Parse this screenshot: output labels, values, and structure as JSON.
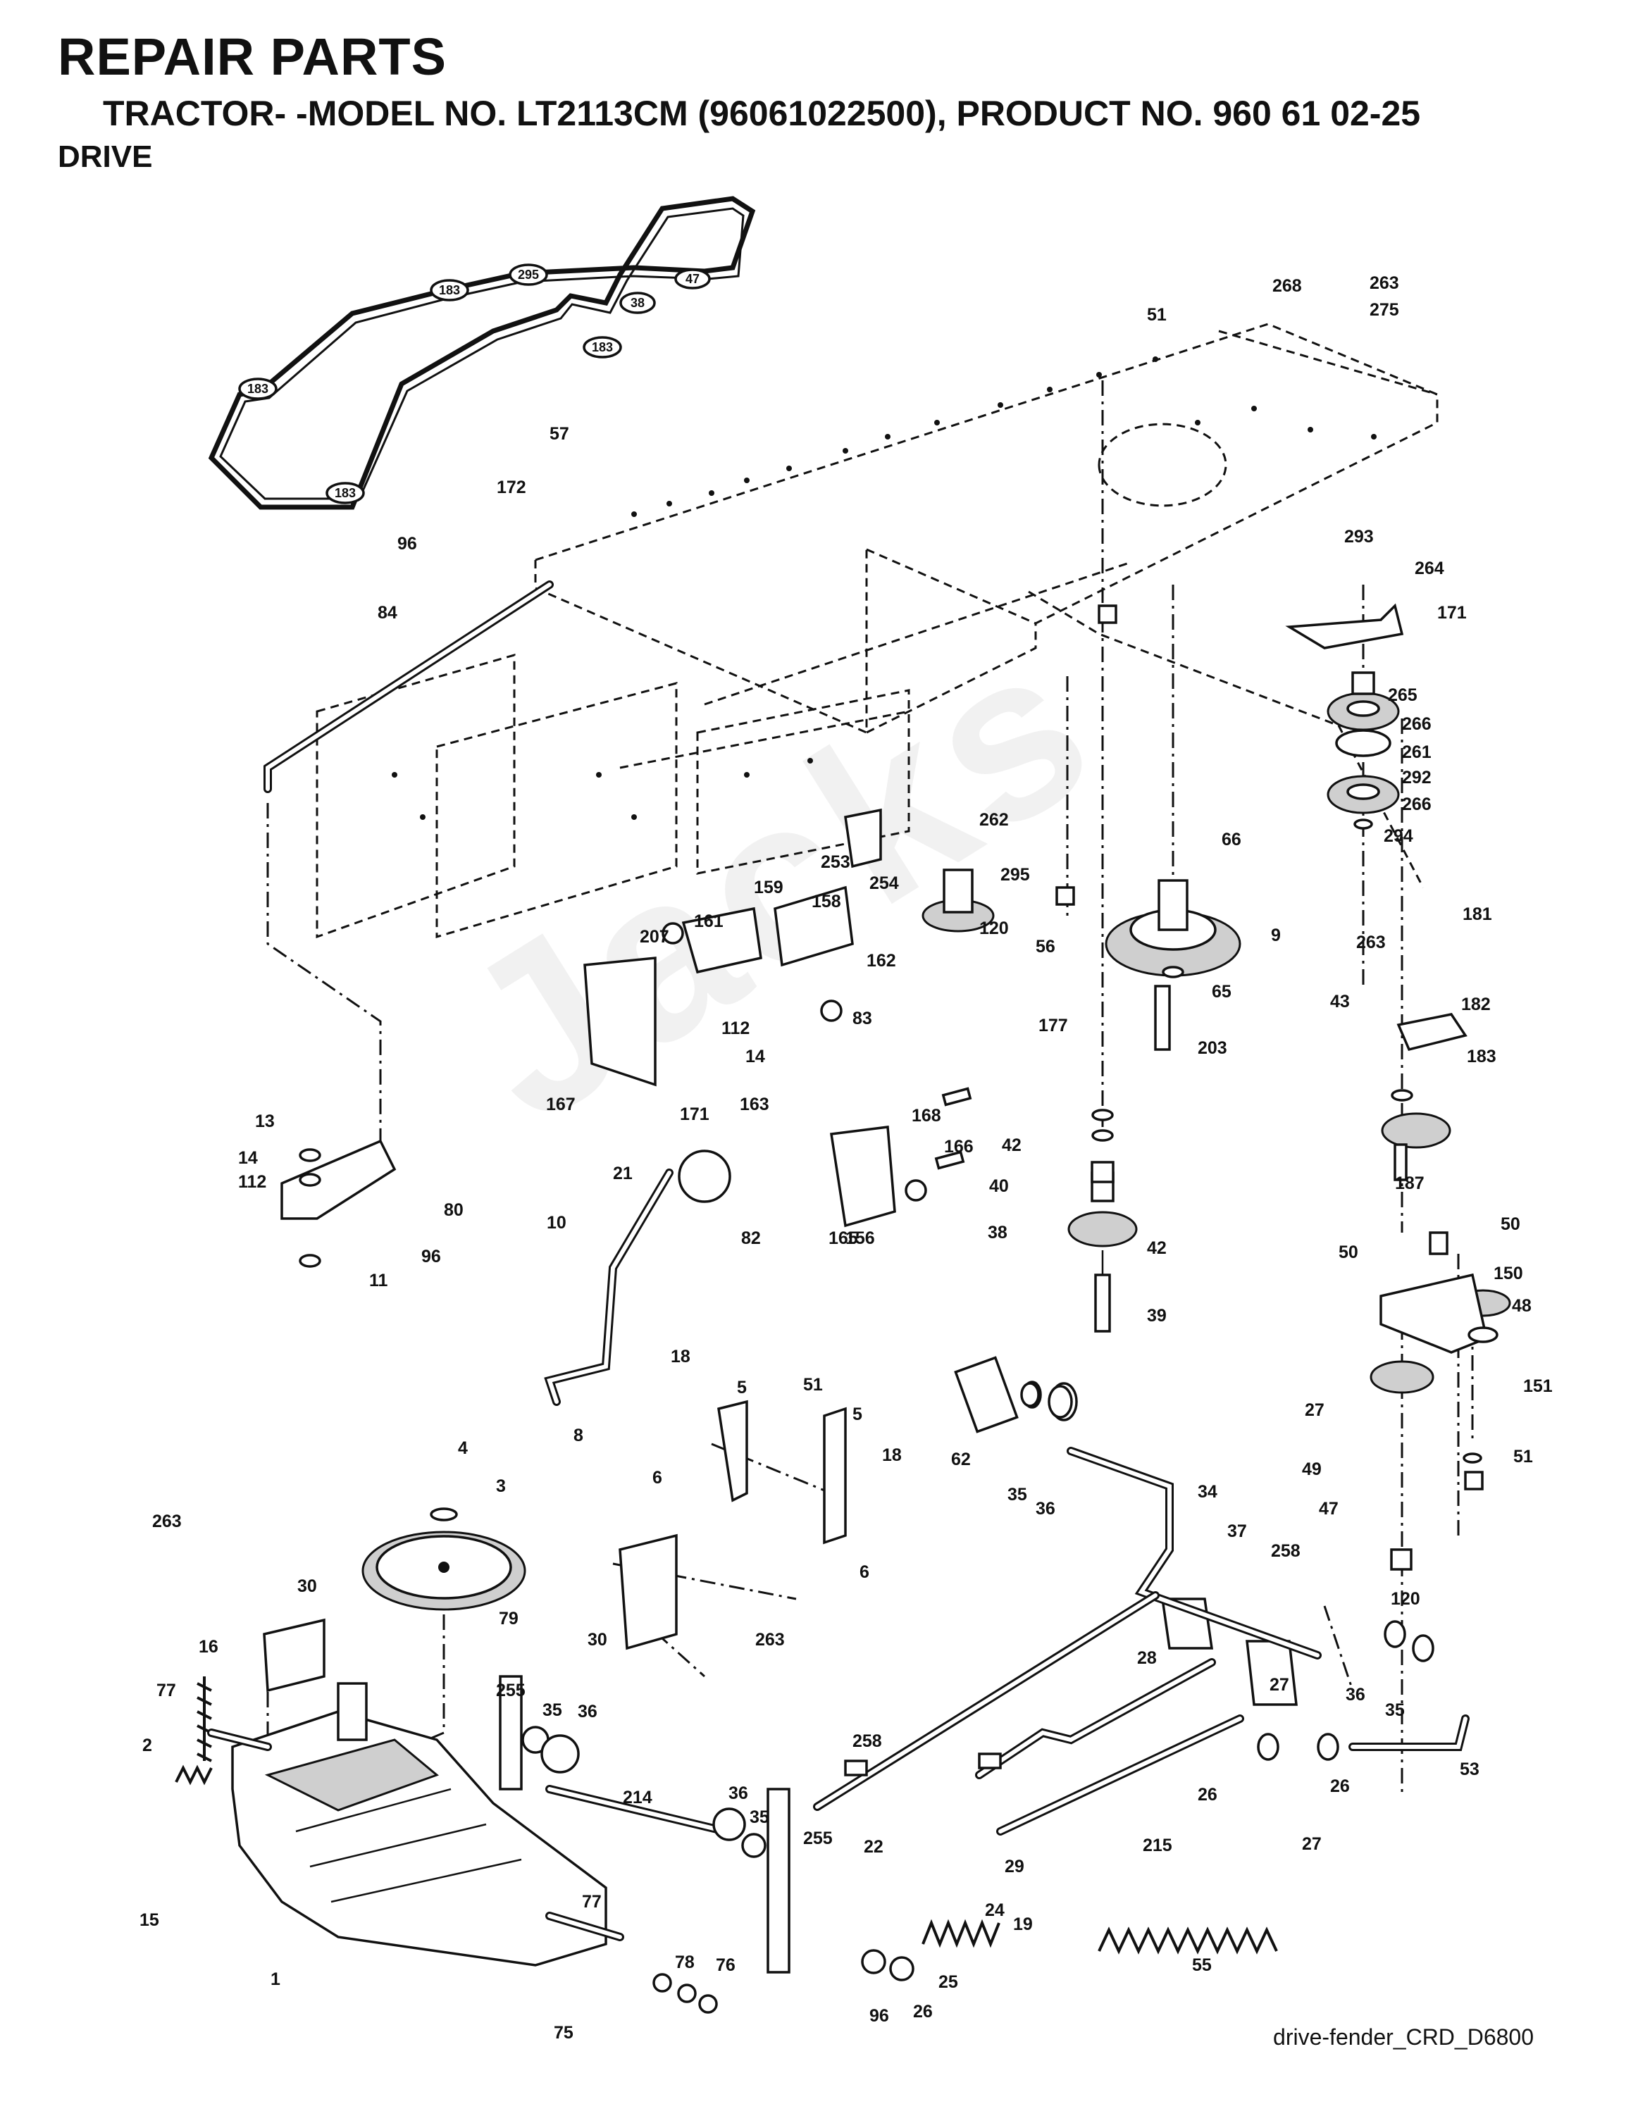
{
  "header": {
    "title": "REPAIR PARTS",
    "subtitle": "TRACTOR- -MODEL NO. LT2113CM (96061022500), PRODUCT NO. 960 61 02-25",
    "section": "DRIVE"
  },
  "drawing_reference": "drive-fender_CRD_D6800",
  "watermark": "Jacks",
  "belt_route_labels": [
    "183",
    "295",
    "47",
    "38",
    "183",
    "183",
    "183"
  ],
  "part_labels": [
    "57",
    "172",
    "96",
    "84",
    "51",
    "268",
    "263",
    "275",
    "293",
    "264",
    "171",
    "265",
    "266",
    "261",
    "292",
    "266",
    "294",
    "66",
    "262",
    "295",
    "120",
    "56",
    "9",
    "253",
    "254",
    "159",
    "158",
    "161",
    "207",
    "162",
    "112",
    "14",
    "163",
    "83",
    "171",
    "167",
    "65",
    "203",
    "263",
    "181",
    "43",
    "182",
    "183",
    "187",
    "177",
    "42",
    "40",
    "38",
    "42",
    "39",
    "168",
    "166",
    "156",
    "165",
    "82",
    "21",
    "13",
    "14",
    "112",
    "80",
    "96",
    "11",
    "10",
    "8",
    "18",
    "5",
    "51",
    "5",
    "18",
    "6",
    "6",
    "50",
    "50",
    "150",
    "48",
    "151",
    "27",
    "49",
    "47",
    "51",
    "120",
    "62",
    "35",
    "36",
    "34",
    "37",
    "258",
    "4",
    "3",
    "79",
    "263",
    "30",
    "16",
    "77",
    "2",
    "15",
    "1",
    "263",
    "30",
    "255",
    "35",
    "36",
    "214",
    "36",
    "35",
    "255",
    "77",
    "78",
    "76",
    "75",
    "28",
    "36",
    "35",
    "27",
    "26",
    "26",
    "53",
    "27",
    "258",
    "22",
    "29",
    "215",
    "24",
    "19",
    "25",
    "26",
    "96",
    "55"
  ]
}
